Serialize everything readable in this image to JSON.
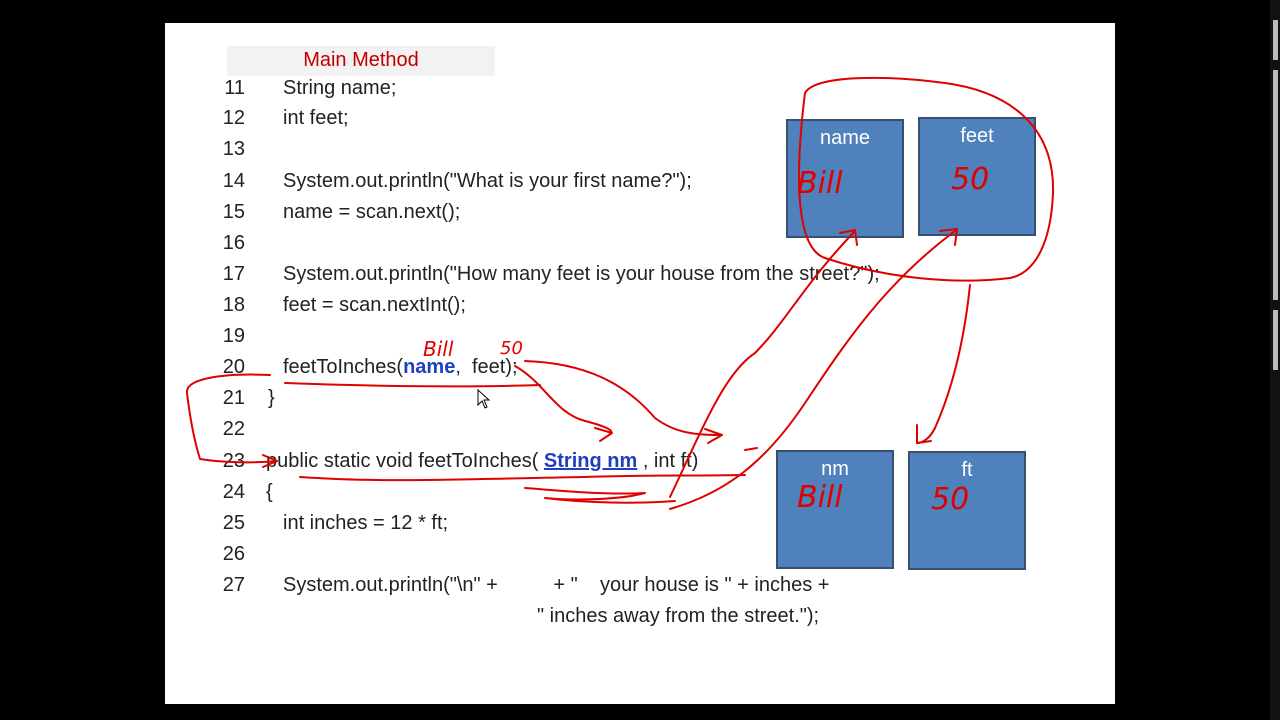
{
  "slide": {
    "title": "Main Method",
    "lines": [
      {
        "num": "11",
        "text": "String name;"
      },
      {
        "num": "12",
        "text": "int feet;"
      },
      {
        "num": "13",
        "text": ""
      },
      {
        "num": "14",
        "text": "System.out.println(\"What is your first name?\");"
      },
      {
        "num": "15",
        "text": "name = scan.next();"
      },
      {
        "num": "16",
        "text": ""
      },
      {
        "num": "17",
        "text": "System.out.println(\"How many feet is your house from the street?\");"
      },
      {
        "num": "18",
        "text": "feet = scan.nextInt();"
      },
      {
        "num": "19",
        "text": ""
      },
      {
        "num": "20",
        "parts": [
          "feetToInches(",
          "name",
          ",  feet);"
        ]
      },
      {
        "num": "21",
        "text": "}"
      },
      {
        "num": "22",
        "text": ""
      },
      {
        "num": "23",
        "parts": [
          "public static void feetToInches( ",
          "String nm",
          " , int ft)"
        ]
      },
      {
        "num": "24",
        "text": "{"
      },
      {
        "num": "25",
        "text": "int inches = 12 * ft;"
      },
      {
        "num": "26",
        "text": ""
      },
      {
        "num": "27",
        "text": "System.out.println(\"\\n\" +          + \"    your house is \" + inches +"
      },
      {
        "num": "",
        "text": "\" inches away from the street.\");"
      }
    ],
    "boxes": {
      "name": {
        "label": "name",
        "value": "Bill"
      },
      "feet": {
        "label": "feet",
        "value": "50"
      },
      "nm": {
        "label": "nm",
        "value": "Bill"
      },
      "ft": {
        "label": "ft",
        "value": "50"
      }
    },
    "annotations": {
      "arg_name": "Bill",
      "arg_feet": "50"
    },
    "colors": {
      "ink": "#e00000",
      "box_fill": "#4f81bd",
      "title": "#c00000",
      "keyword": "#1f3fbf"
    }
  }
}
